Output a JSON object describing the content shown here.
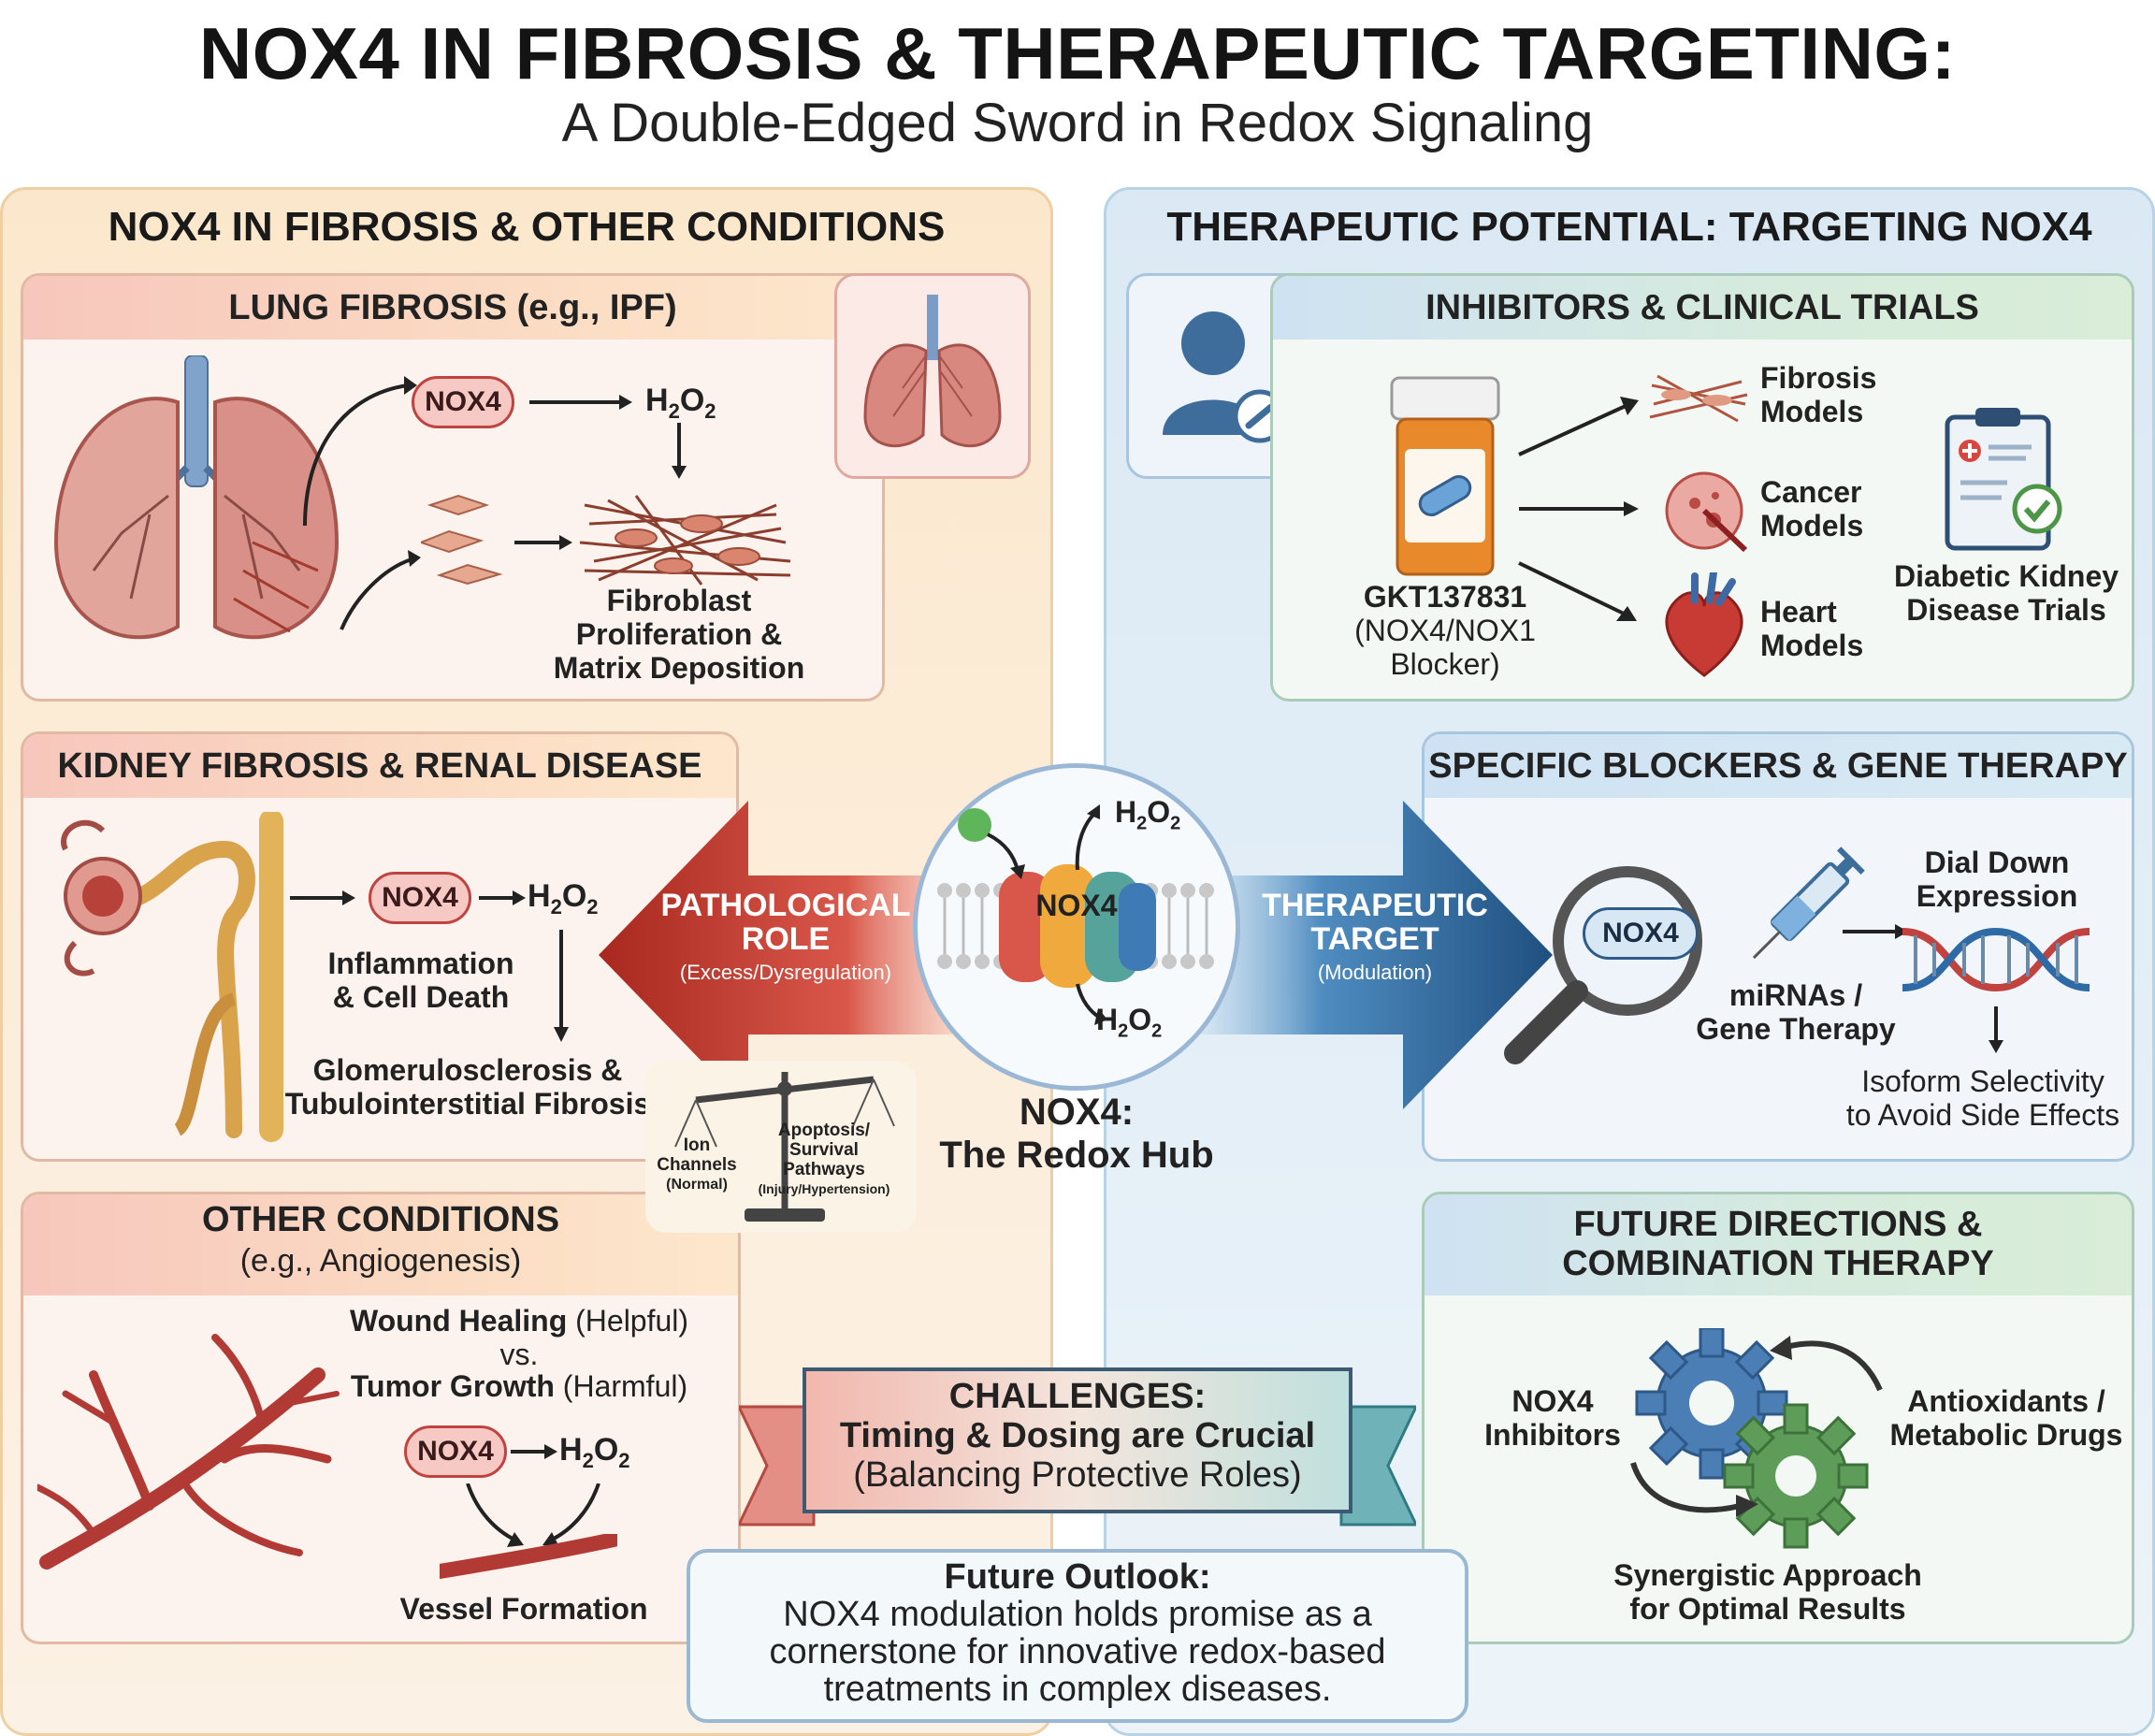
{
  "header": {
    "title": "NOX4 IN FIBROSIS & THERAPEUTIC TARGETING:",
    "subtitle": "A Double-Edged Sword in Redox Signaling"
  },
  "left": {
    "heading": "NOX4 IN FIBROSIS & OTHER CONDITIONS",
    "lung": {
      "title": "LUNG FIBROSIS (e.g., IPF)",
      "nox": "NOX4",
      "h2o2": "H",
      "sub2": "2",
      "o": "O",
      "sub2b": "2",
      "result_l1": "Fibroblast",
      "result_l2": "Proliferation &",
      "result_l3": "Matrix Deposition"
    },
    "kidney": {
      "title": "KIDNEY FIBROSIS & RENAL DISEASE",
      "nox": "NOX4",
      "h": "H",
      "s1": "2",
      "o": "O",
      "s2": "2",
      "effect_l1": "Inflammation",
      "effect_l2": "& Cell Death",
      "result_l1": "Glomerulosclerosis &",
      "result_l2": "Tubulointerstitial Fibrosis"
    },
    "other": {
      "title": "OTHER CONDITIONS",
      "subtitle": "(e.g., Angiogenesis)",
      "wound_b": "Wound Healing",
      "wound_n": " (Helpful)",
      "vs": "vs.",
      "tumor_b": "Tumor Growth",
      "tumor_n": " (Harmful)",
      "nox": "NOX4",
      "h": "H",
      "s1": "2",
      "o": "O",
      "s2": "2",
      "result": "Vessel Formation"
    }
  },
  "center": {
    "patho_l1": "PATHOLOGICAL",
    "patho_l2": "ROLE",
    "patho_sub": "(Excess/Dysregulation)",
    "thera_l1": "THERAPEUTIC",
    "thera_l2": "TARGET",
    "thera_sub": "(Modulation)",
    "hub_protein": "NOX4",
    "h": "H",
    "s1": "2",
    "o": "O",
    "s2": "2",
    "hub_title_l1": "NOX4:",
    "hub_title_l2": "The Redox Hub",
    "scale_left_l1": "Ion",
    "scale_left_l2": "Channels",
    "scale_left_l3": "(Normal)",
    "scale_right_l1": "Apoptosis/",
    "scale_right_l2": "Survival",
    "scale_right_l3": "Pathways",
    "scale_right_l4": "(Injury/Hypertension)"
  },
  "challenges": {
    "title": "CHALLENGES:",
    "line1": "Timing & Dosing are Crucial",
    "line2": "(Balancing Protective Roles)"
  },
  "outlook": {
    "title": "Future Outlook:",
    "l1": "NOX4 modulation holds promise as a",
    "l2": "cornerstone for innovative redox-based",
    "l3": "treatments in complex diseases."
  },
  "right": {
    "heading": "THERAPEUTIC POTENTIAL: TARGETING NOX4",
    "inhib": {
      "title": "INHIBITORS & CLINICAL TRIALS",
      "drug_l1": "GKT137831",
      "drug_l2": "(NOX4/NOX1",
      "drug_l3": "Blocker)",
      "m1_l1": "Fibrosis",
      "m1_l2": "Models",
      "m2_l1": "Cancer",
      "m2_l2": "Models",
      "m3_l1": "Heart",
      "m3_l2": "Models",
      "trial_l1": "Diabetic Kidney",
      "trial_l2": "Disease Trials"
    },
    "gene": {
      "title": "SPECIFIC BLOCKERS & GENE THERAPY",
      "nox": "NOX4",
      "mirna_l1": "miRNAs /",
      "mirna_l2": "Gene Therapy",
      "dial_l1": "Dial Down",
      "dial_l2": "Expression",
      "iso_l1": "Isoform Selectivity",
      "iso_l2": "to Avoid Side Effects"
    },
    "future": {
      "title_l1": "FUTURE DIRECTIONS &",
      "title_l2": "COMBINATION THERAPY",
      "left_l1": "NOX4",
      "left_l2": "Inhibitors",
      "right_l1": "Antioxidants /",
      "right_l2": "Metabolic Drugs",
      "bottom_l1": "Synergistic Approach",
      "bottom_l2": "for Optimal Results"
    }
  },
  "colors": {
    "warm_accent": "#c0433f",
    "cool_accent": "#2e5b88",
    "green_accent": "#5e9c5a"
  }
}
